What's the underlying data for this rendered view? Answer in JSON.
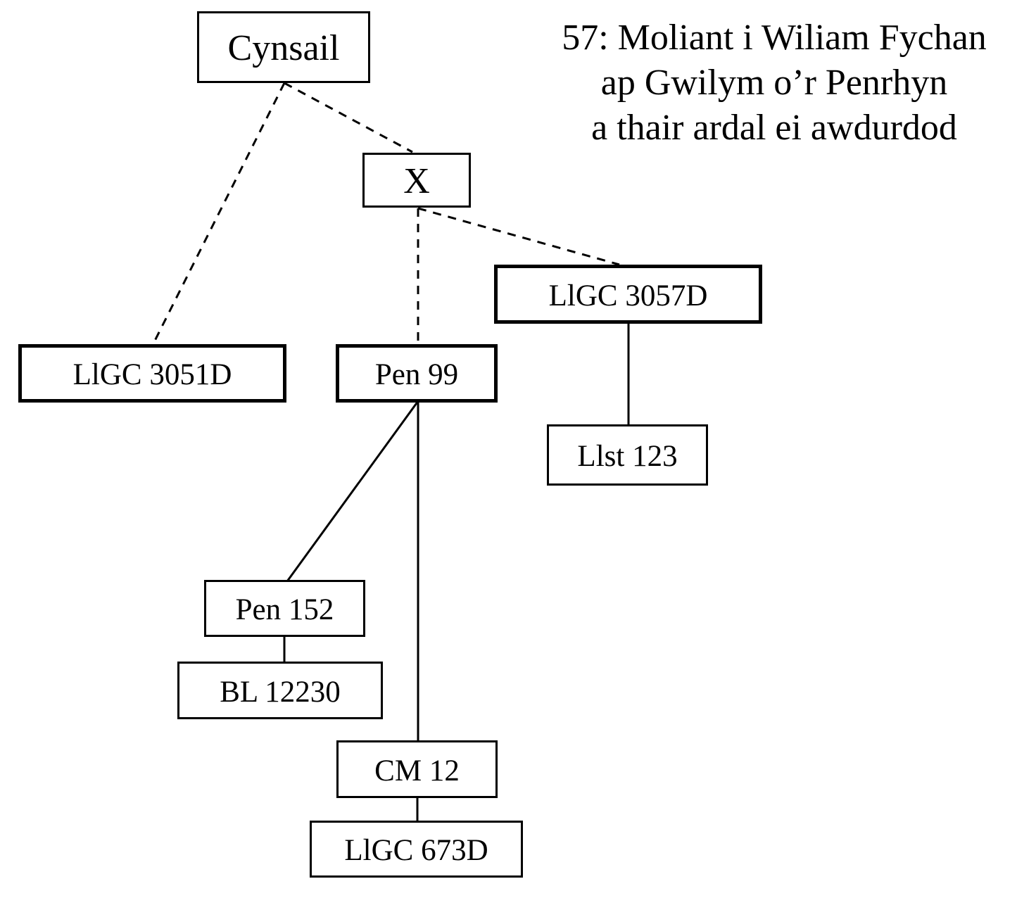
{
  "title": {
    "lines": [
      "57: Moliant i Wiliam Fychan",
      "ap Gwilym o’r Penrhyn",
      "a thair ardal ei awdurdod"
    ]
  },
  "nodes": {
    "cynsail": {
      "label": "Cynsail",
      "emphasis": "normal"
    },
    "x": {
      "label": "X",
      "emphasis": "normal"
    },
    "llgc3051d": {
      "label": "LlGC 3051D",
      "emphasis": "bold"
    },
    "pen99": {
      "label": "Pen 99",
      "emphasis": "bold"
    },
    "llgc3057d": {
      "label": "LlGC 3057D",
      "emphasis": "bold"
    },
    "llst123": {
      "label": "Llst 123",
      "emphasis": "normal"
    },
    "pen152": {
      "label": "Pen 152",
      "emphasis": "normal"
    },
    "bl12230": {
      "label": "BL 12230",
      "emphasis": "normal"
    },
    "cm12": {
      "label": "CM 12",
      "emphasis": "normal"
    },
    "llgc673d": {
      "label": "LlGC 673D",
      "emphasis": "normal"
    }
  },
  "edges": [
    {
      "from": "cynsail",
      "to": "llgc3051d",
      "style": "dashed"
    },
    {
      "from": "cynsail",
      "to": "x",
      "style": "dashed"
    },
    {
      "from": "x",
      "to": "pen99",
      "style": "dashed"
    },
    {
      "from": "x",
      "to": "llgc3057d",
      "style": "dashed"
    },
    {
      "from": "llgc3057d",
      "to": "llst123",
      "style": "solid"
    },
    {
      "from": "pen99",
      "to": "pen152",
      "style": "solid"
    },
    {
      "from": "pen99",
      "to": "cm12",
      "style": "solid"
    },
    {
      "from": "pen152",
      "to": "bl12230",
      "style": "solid"
    },
    {
      "from": "cm12",
      "to": "llgc673d",
      "style": "solid"
    }
  ]
}
